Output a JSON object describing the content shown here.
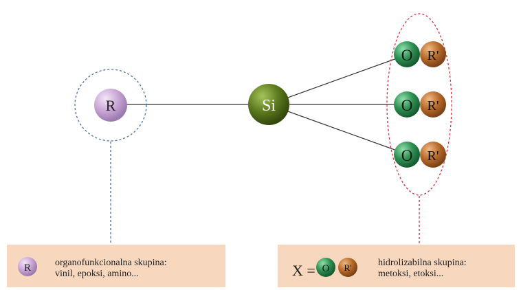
{
  "diagram": {
    "center_atom": "Si",
    "organic_group": "R",
    "oxygen_label": "O",
    "alkyl_label": "R'",
    "colors": {
      "R_sphere": "#c9a6d6",
      "Si_sphere": "#5c7a1e",
      "O_sphere": "#2e8f52",
      "Rprime_sphere": "#b86a2a",
      "left_dashed_circle": "#4a6fa0",
      "right_dashed_ellipse": "#d0303a",
      "legend_box": "#f7d7bd"
    }
  },
  "legend_left": {
    "symbol": "R",
    "line1": "organofunkcionalna skupina:",
    "line2": "vinil, epoksi, amino..."
  },
  "legend_right": {
    "prefix": "X =",
    "o_label": "O",
    "r_label": "R'",
    "line1": "hidrolizabilna skupina:",
    "line2": "metoksi, etoksi..."
  }
}
